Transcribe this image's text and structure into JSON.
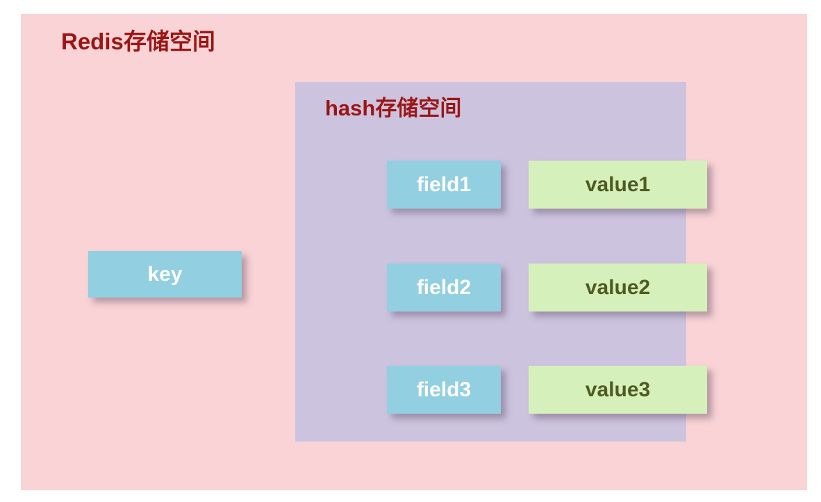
{
  "diagram": {
    "title": "Redis存储空间",
    "inner_title": "hash存储空间",
    "key": {
      "label": "key"
    },
    "entries": [
      {
        "field": "field1",
        "value": "value1"
      },
      {
        "field": "field2",
        "value": "value2"
      },
      {
        "field": "field3",
        "value": "value3"
      }
    ],
    "colors": {
      "page_background": "#ffffff",
      "outer_container": "#f9d3d5",
      "inner_container": "#ccc4df",
      "title_text": "#9c1515",
      "key_box": "#92cfe0",
      "key_text": "#ffffff",
      "field_box": "#92cfe0",
      "field_text": "#ffffff",
      "value_box": "#d6f0bb",
      "value_text": "#4f5b24"
    }
  }
}
